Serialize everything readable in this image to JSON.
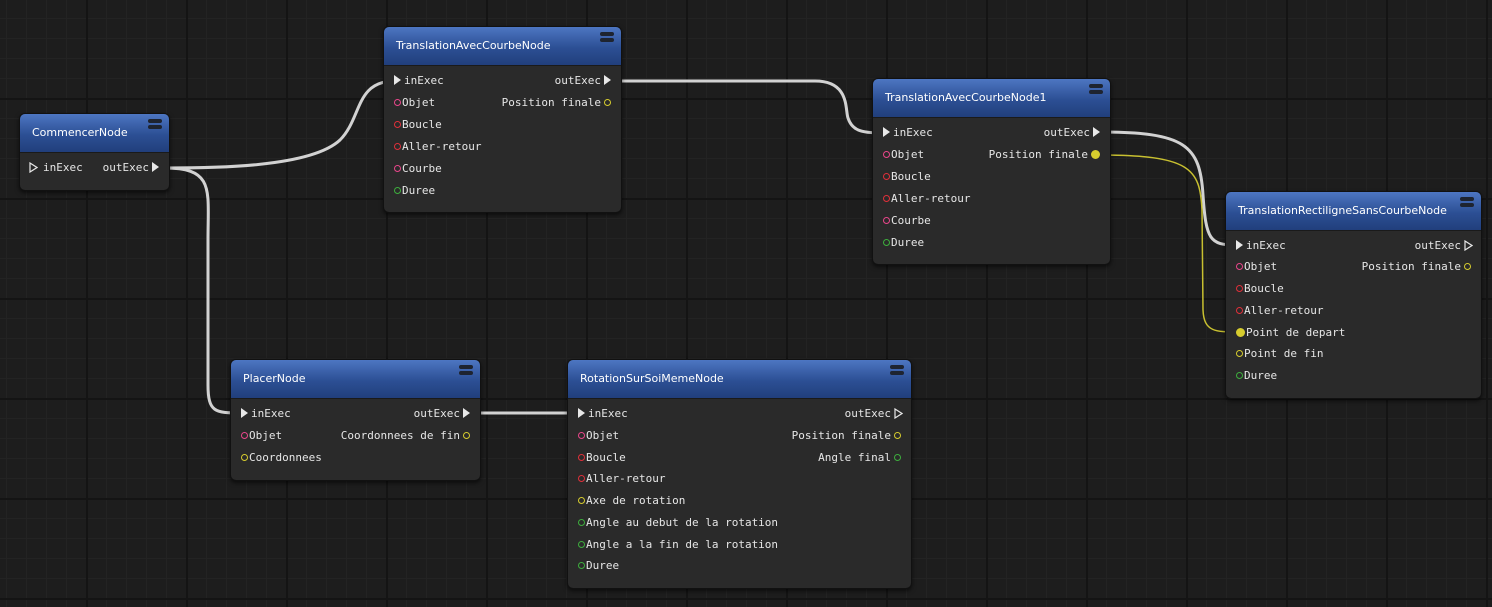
{
  "nodes": {
    "commencer": {
      "title": "CommencerNode",
      "in_exec": "inExec",
      "out_exec": "outExec"
    },
    "translation1": {
      "title": "TranslationAvecCourbeNode",
      "in_exec": "inExec",
      "out_exec": "outExec",
      "inputs": [
        "Objet",
        "Boucle",
        "Aller-retour",
        "Courbe",
        "Duree"
      ],
      "outputs": [
        "Position finale"
      ]
    },
    "translation2": {
      "title": "TranslationAvecCourbeNode1",
      "in_exec": "inExec",
      "out_exec": "outExec",
      "inputs": [
        "Objet",
        "Boucle",
        "Aller-retour",
        "Courbe",
        "Duree"
      ],
      "outputs": [
        "Position finale"
      ]
    },
    "rectiligne": {
      "title": "TranslationRectiligneSansCourbeNode",
      "in_exec": "inExec",
      "out_exec": "outExec",
      "inputs": [
        "Objet",
        "Boucle",
        "Aller-retour",
        "Point de depart",
        "Point de fin",
        "Duree"
      ],
      "outputs": [
        "Position finale"
      ]
    },
    "placer": {
      "title": "PlacerNode",
      "in_exec": "inExec",
      "out_exec": "outExec",
      "inputs": [
        "Objet",
        "Coordonnees"
      ],
      "outputs": [
        "Coordonnees de fin"
      ]
    },
    "rotation": {
      "title": "RotationSurSoiMemeNode",
      "in_exec": "inExec",
      "out_exec": "outExec",
      "inputs": [
        "Objet",
        "Boucle",
        "Aller-retour",
        "Axe de rotation",
        "Angle au debut de la rotation",
        "Angle a la fin de la rotation",
        "Duree"
      ],
      "outputs": [
        "Position finale",
        "Angle final"
      ]
    }
  },
  "colors": {
    "exec_wire": "#d2d2d2",
    "data_wire": "#c8c030",
    "header_top": "#4d76c2",
    "header_bottom": "#213f7c",
    "pin_pink": "#e8468a",
    "pin_red": "#e0303a",
    "pin_green": "#3dae3d",
    "pin_yellow": "#d6cc2e"
  }
}
